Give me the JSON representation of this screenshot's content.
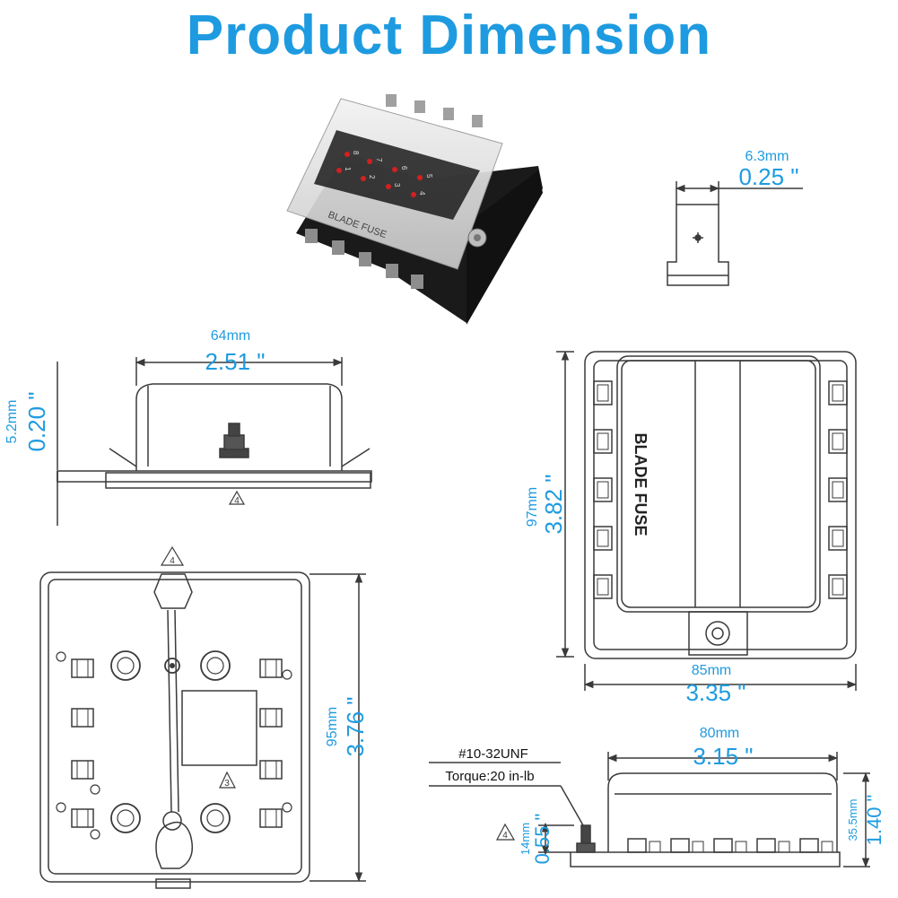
{
  "title": "Product Dimension",
  "colors": {
    "accent": "#1e9be0",
    "line": "#3a3a3a"
  },
  "product_label": "BLADE FUSE",
  "fuse_numbers": [
    "8",
    "7",
    "6",
    "5",
    "1",
    "2",
    "3",
    "4"
  ],
  "dimensions": {
    "terminal_width_mm": "6.3mm",
    "terminal_width_in": "0.25 \"",
    "cover_width_mm": "64mm",
    "cover_width_in": "2.51 \"",
    "base_thickness_mm": "5.2mm",
    "base_thickness_in": "0.20 \"",
    "length_mm": "97mm",
    "length_in": "3.82 \"",
    "width_mm": "85mm",
    "width_in": "3.35 \"",
    "base_height_mm": "95mm",
    "base_height_in": "3.76 \"",
    "side_width_mm": "80mm",
    "side_width_in": "3.15 \"",
    "stud_height_mm": "14mm",
    "stud_height_in": "0.55 \"",
    "total_height_mm": "35.5mm",
    "total_height_in": "1.40 \""
  },
  "notes": {
    "thread": "#10-32UNF",
    "torque": "Torque:20 in-lb",
    "marker_4": "4",
    "marker_3": "3"
  }
}
